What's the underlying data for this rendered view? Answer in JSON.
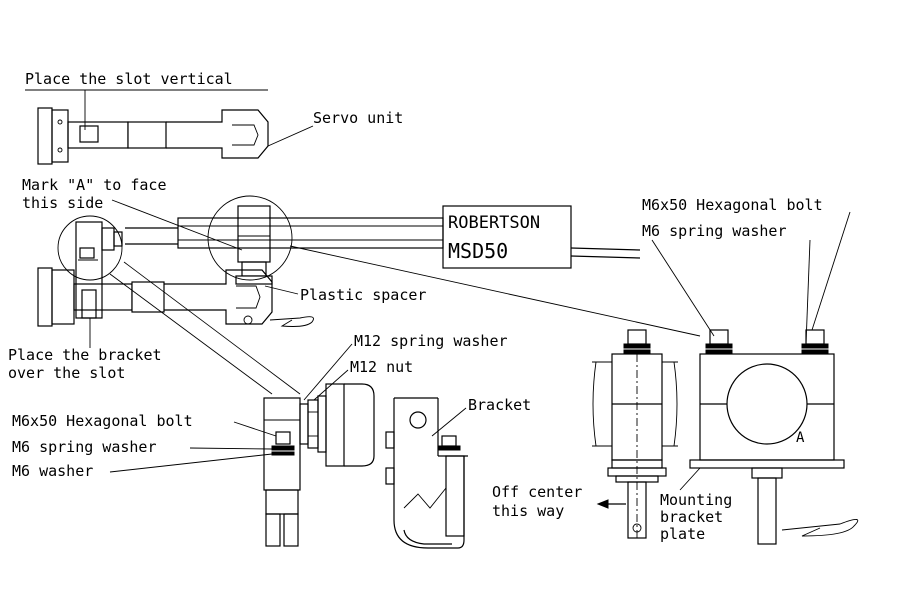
{
  "labels": {
    "slot_vertical": "Place the slot vertical",
    "servo_unit": "Servo unit",
    "mark_a_line1": "Mark \"A\" to face",
    "mark_a_line2": "this side",
    "brand": "ROBERTSON",
    "model": "MSD50",
    "plastic_spacer": "Plastic spacer",
    "bracket_over_line1": "Place the bracket",
    "bracket_over_line2": "over the slot",
    "m12_spring_washer": "M12 spring washer",
    "m12_nut": "M12 nut",
    "bracket": "Bracket",
    "m6x50_left": "M6x50 Hexagonal bolt",
    "m6_spring_washer_left": "M6 spring washer",
    "m6_washer": "M6 washer",
    "off_center_line1": "Off center",
    "off_center_line2": "this way",
    "m6x50_right": "M6x50 Hexagonal bolt",
    "m6_spring_washer_right": "M6 spring washer",
    "mark_a_letter": "A",
    "mounting_line1": "Mounting",
    "mounting_line2": "bracket",
    "mounting_line3": "plate"
  }
}
